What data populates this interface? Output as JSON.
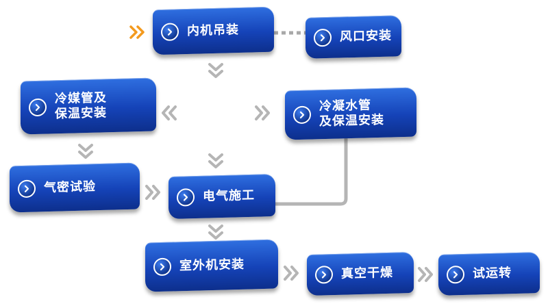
{
  "nodes": {
    "indoor_hoisting": "内机吊装",
    "air_outlet": "风口安装",
    "refrigerant_pipe": "冷媒管及\n保温安装",
    "condensate_pipe": "冷凝水管\n及保温安装",
    "air_tightness": "气密试验",
    "electrical": "电气施工",
    "outdoor_install": "室外机安装",
    "vacuum_drying": "真空干燥",
    "test_run": "试运转"
  },
  "colors": {
    "node_blue": "#1543b8",
    "arrow_gray": "#b5b5b5",
    "start_arrow_orange": "#f39a1e"
  }
}
